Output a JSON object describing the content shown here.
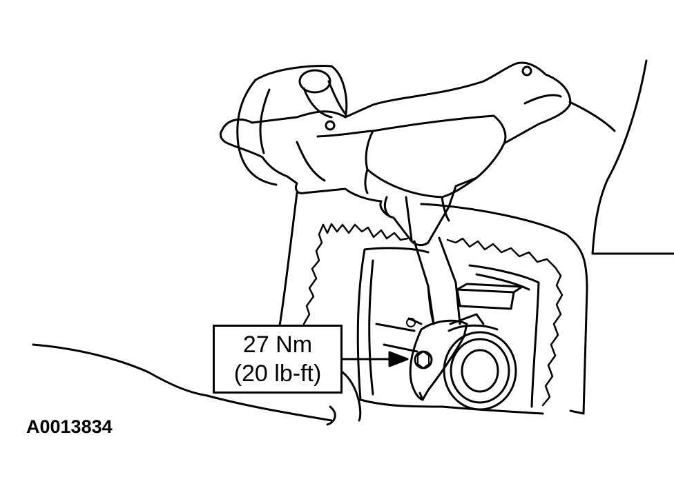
{
  "diagram": {
    "torque_callout": {
      "line1": "27 Nm",
      "line2": "(20 lb-ft)"
    },
    "figure_id": "A0013834"
  },
  "colors": {
    "stroke": "#000000",
    "background": "#ffffff"
  }
}
